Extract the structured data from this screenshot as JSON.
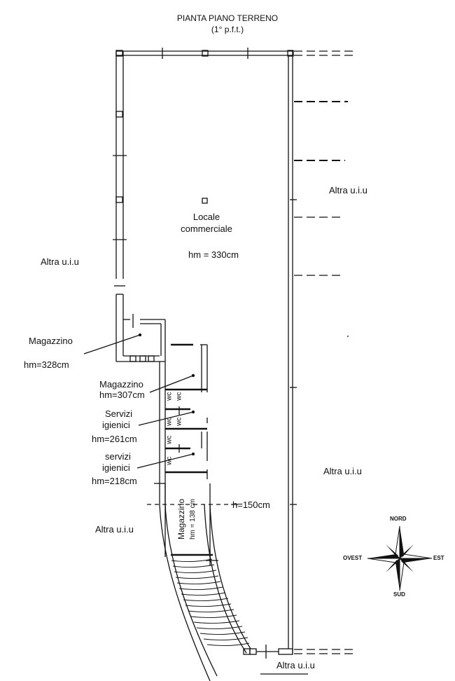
{
  "title": {
    "line1": "PIANTA PIANO TERRENO",
    "line2": "(1° p.f.t.)"
  },
  "rooms": {
    "locale": {
      "line1": "Locale",
      "line2": "commerciale",
      "height": "hm = 330cm"
    },
    "magazzino_1": {
      "name": "Magazzino",
      "height": "hm=328cm"
    },
    "magazzino_2": {
      "name": "Magazzino",
      "height": "hm=307cm"
    },
    "servizi_1": {
      "line1": "Servizi",
      "line2": "igienici",
      "height": "hm=261cm"
    },
    "servizi_2": {
      "line1": "servizi",
      "line2": "igienici",
      "height": "hm=218cm"
    },
    "magazzino_3": {
      "name": "Magazzino",
      "height": "hm = 138 cm"
    },
    "wc": "wc",
    "h_label": "h=150cm"
  },
  "neighbors": {
    "right_top": "Altra u.i.u",
    "left_mid": "Altra u.i.u",
    "right_bottom": "Altra u.i.u",
    "left_bottom": "Altra u.i.u",
    "bottom": "Altra u.i.u"
  },
  "compass": {
    "north": "NORD",
    "south": "SUD",
    "east": "EST",
    "west": "OVEST"
  }
}
